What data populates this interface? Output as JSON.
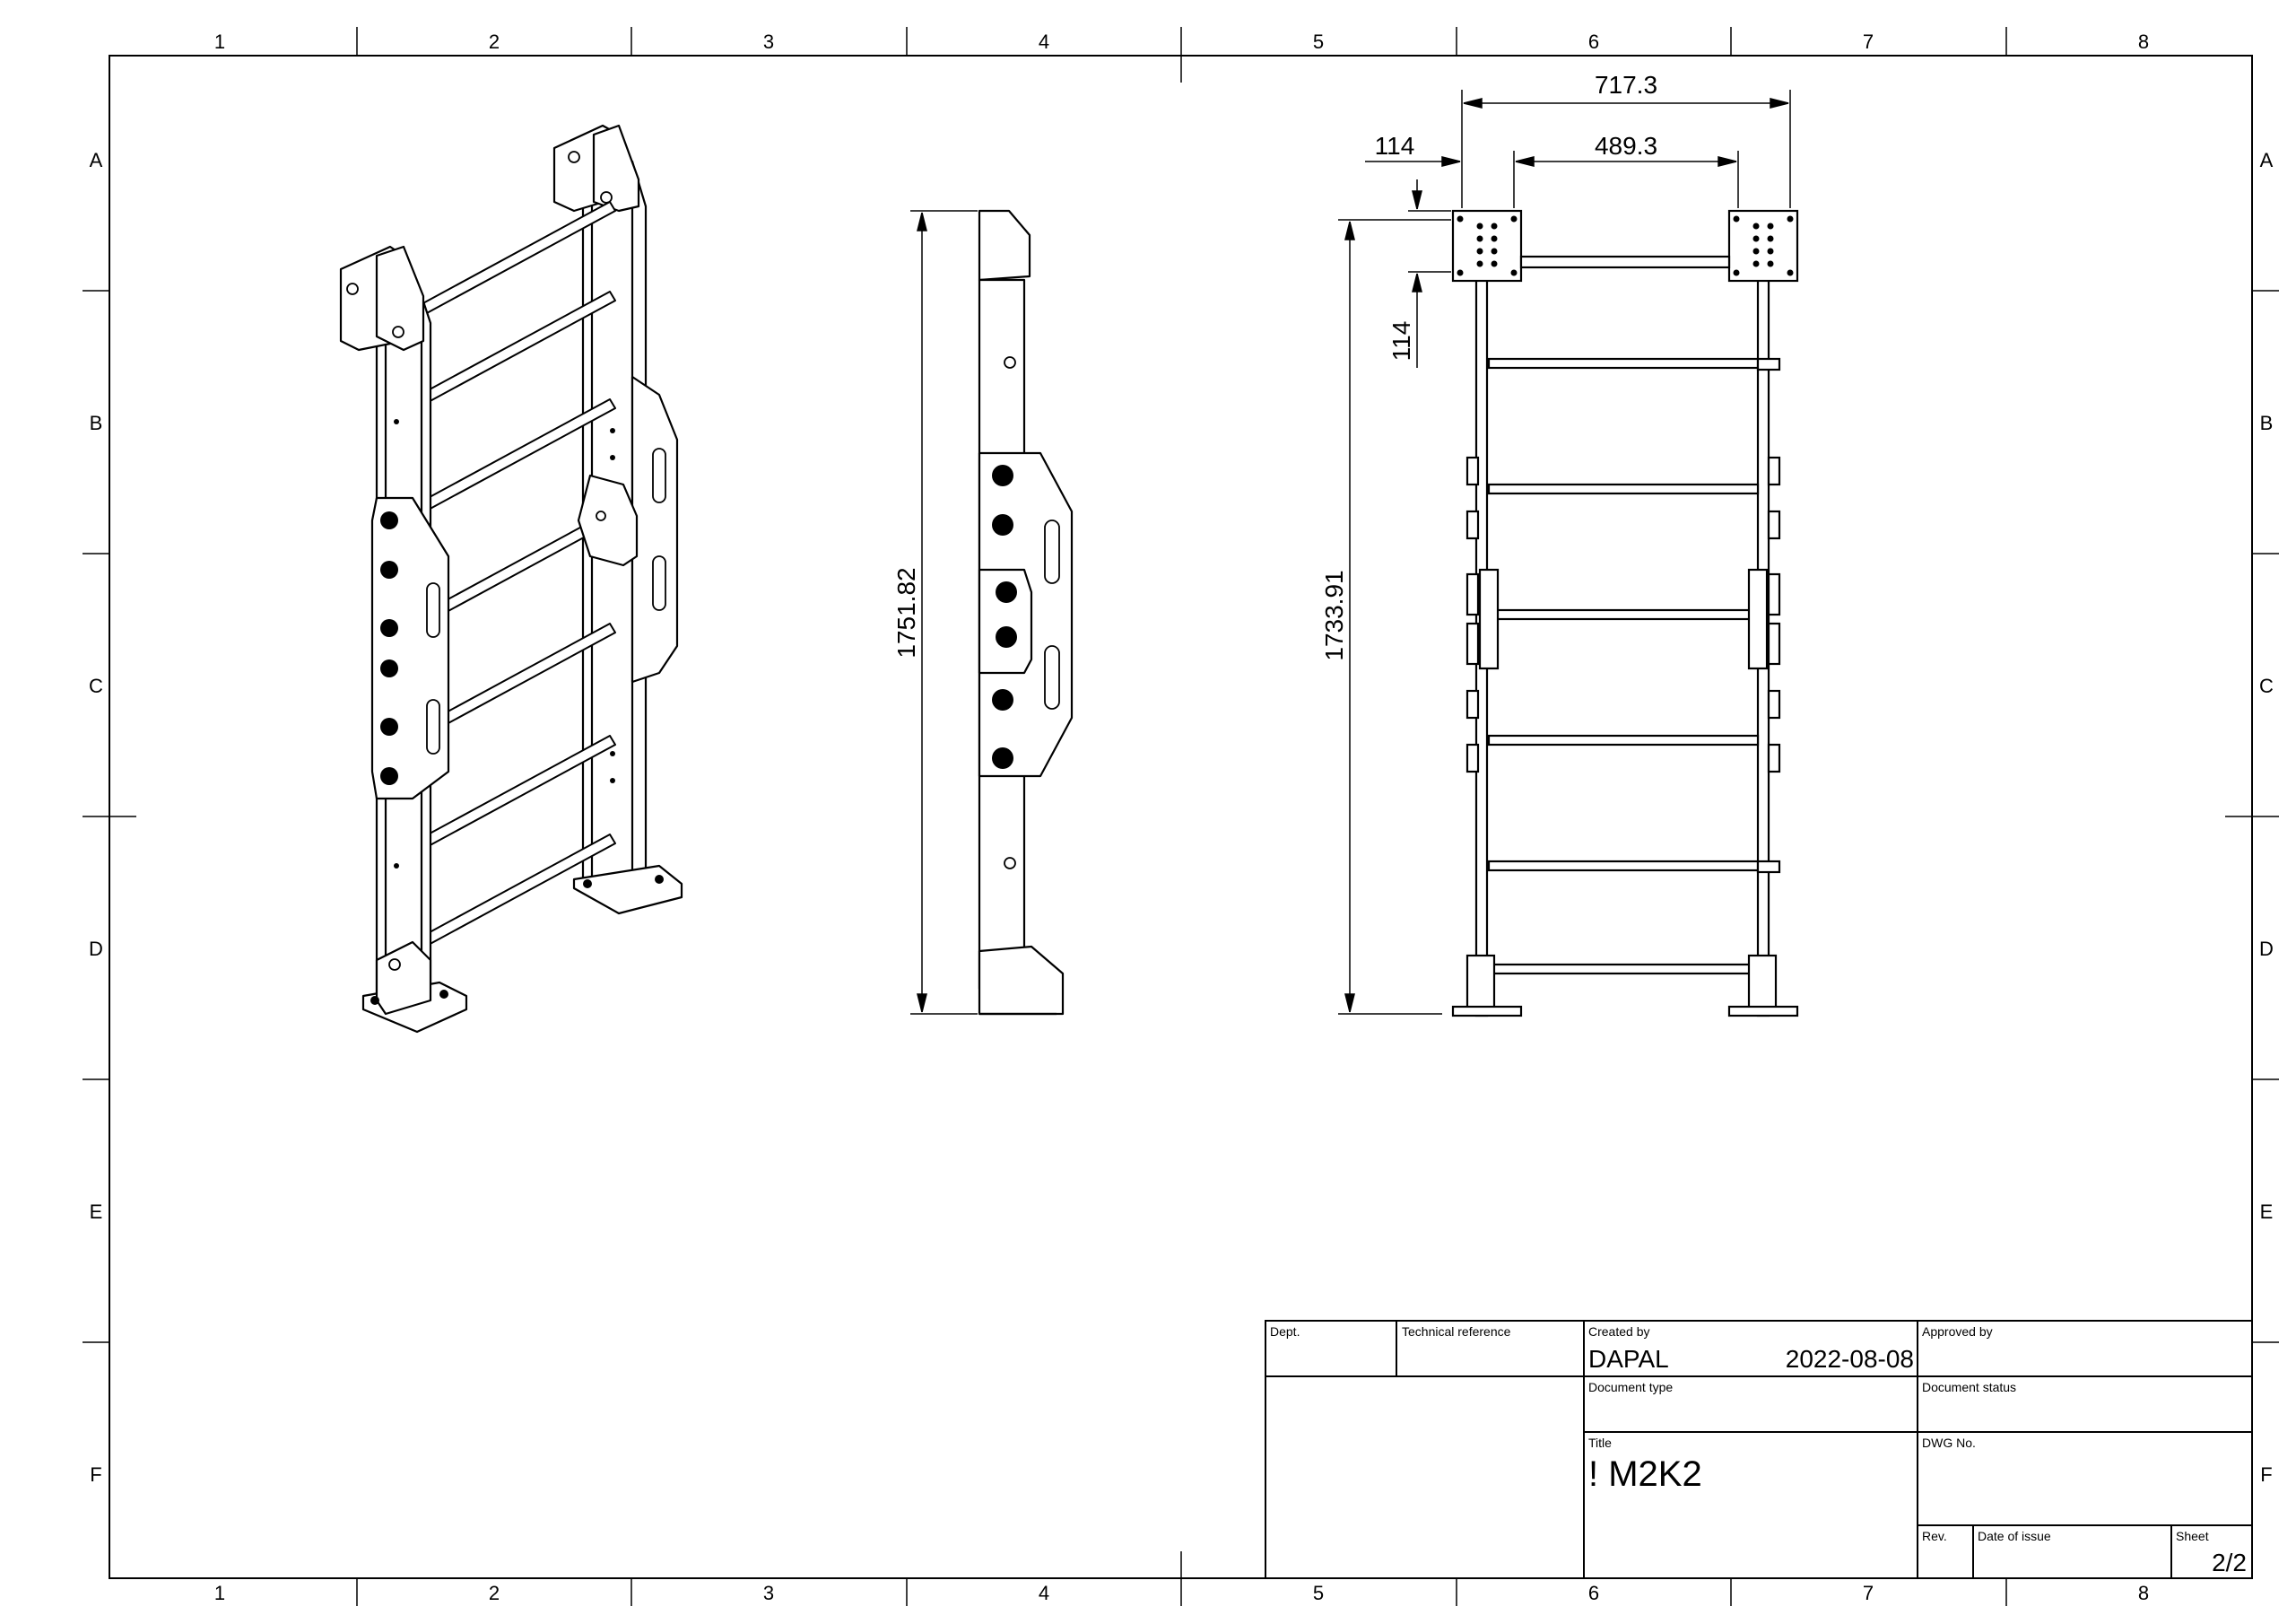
{
  "zone_columns": [
    "1",
    "2",
    "3",
    "4",
    "5",
    "6",
    "7",
    "8"
  ],
  "zone_rows": [
    "A",
    "B",
    "C",
    "D",
    "E",
    "F"
  ],
  "dimensions": {
    "overall_width": "717.3",
    "left_offset": "114",
    "inner_width": "489.3",
    "plate_height": "114",
    "side_height": "1751.82",
    "front_height": "1733.91"
  },
  "title_block": {
    "dept_label": "Dept.",
    "techref_label": "Technical reference",
    "created_by_label": "Created by",
    "created_by": "DAPAL",
    "created_date": "2022-08-08",
    "approved_by_label": "Approved by",
    "doc_type_label": "Document type",
    "doc_status_label": "Document status",
    "title_label": "Title",
    "title": "! M2K2",
    "dwg_no_label": "DWG No.",
    "rev_label": "Rev.",
    "date_issue_label": "Date of issue",
    "sheet_label": "Sheet",
    "sheet": "2/2"
  }
}
